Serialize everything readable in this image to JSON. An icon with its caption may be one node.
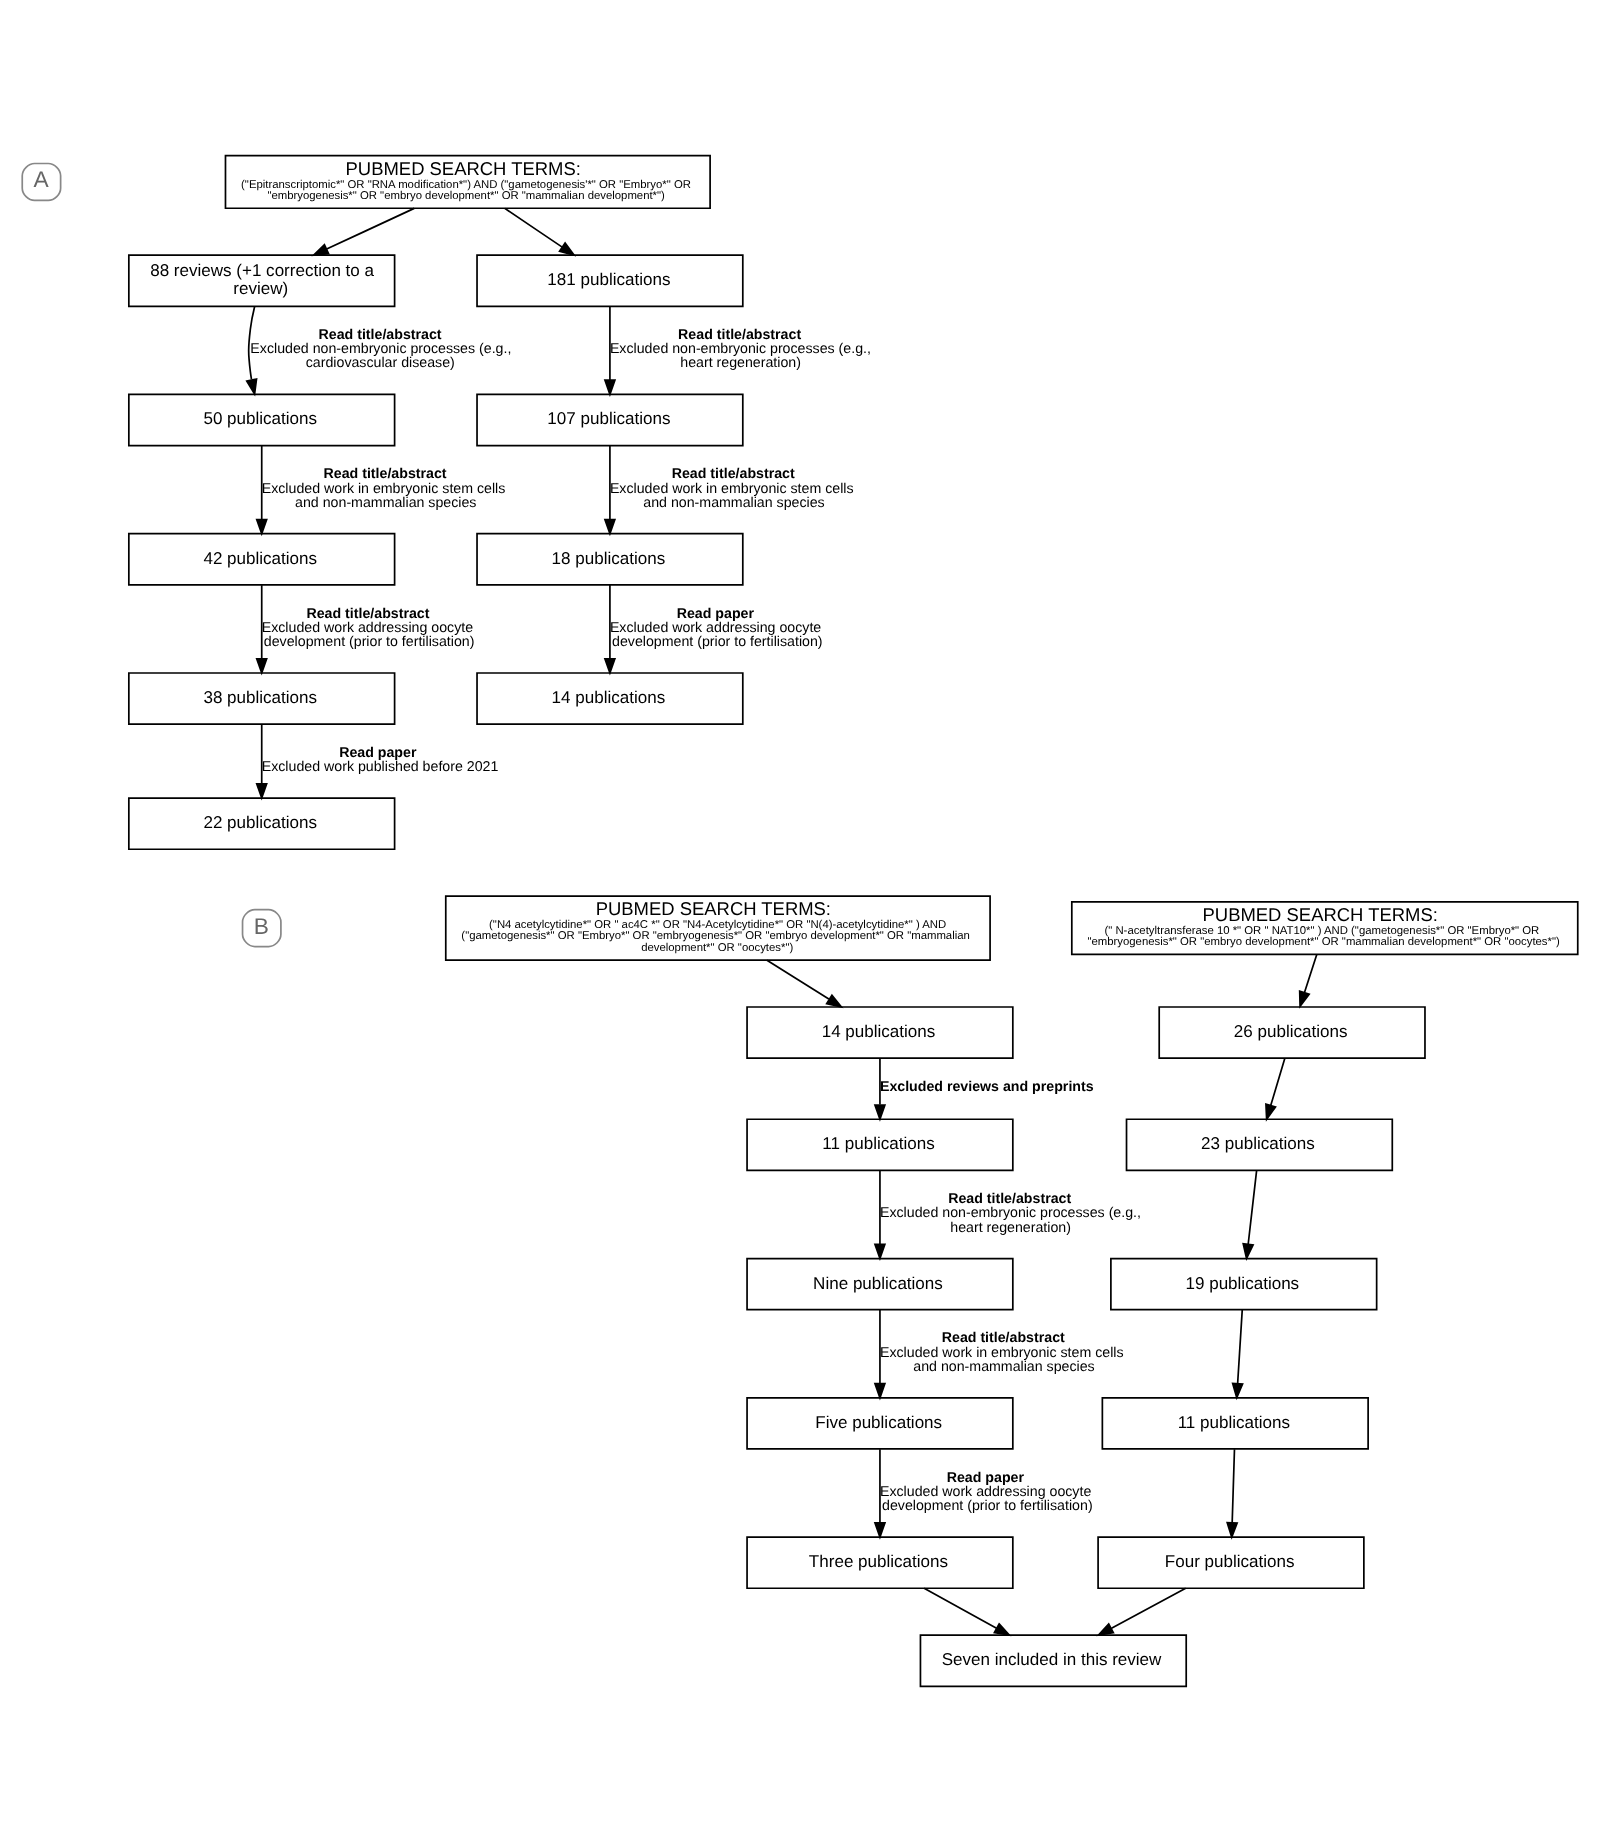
{
  "diagram": {
    "nodes": [
      {
        "text": [
          "PUBMED SEARCH TERMS:",
          "(\"Epitranscriptomic*\" OR \"RNA modification*\") AND (\"gametogenesis'*\" OR \"Embryo*\" OR \"embryogenesis*\" OR \"embryo development*\" OR \"mammalian development*\")"
        ]
      },
      {
        "text": [
          "88 reviews (+1 correction to a review)"
        ]
      },
      {
        "text": [
          "181 publications"
        ]
      },
      {
        "text": [
          "50 publications"
        ]
      },
      {
        "text": [
          "107 publications"
        ]
      },
      {
        "text": [
          "42 publications"
        ]
      },
      {
        "text": [
          "18 publications"
        ]
      },
      {
        "text": [
          "38 publications"
        ]
      },
      {
        "text": [
          "14 publications"
        ]
      },
      {
        "text": [
          "22 publications"
        ]
      },
      {
        "text": [
          "PUBMED SEARCH TERMS:",
          "(\"N4 acetylcytidine*\" OR \" ac4C *\" OR \"N4-Acetylcytidine*\" OR \"N(4)-acetylcytidine*\" ) AND (\"gametogenesis*\" OR \"Embryo*\" OR \"embryogenesis*\" OR \"embryo development*\" OR \"mammalian development*\" OR \"oocytes*\")"
        ]
      },
      {
        "text": [
          "PUBMED SEARCH TERMS:",
          "(\" N-acetyltransferase 10 *\" OR \" NAT10*\" ) AND (\"gametogenesis*\" OR \"Embryo*\" OR \"embryogenesis*\" OR \"embryo development*\" OR \"mammalian development*\" OR \"oocytes*\")"
        ]
      },
      {
        "text": [
          "14 publications"
        ]
      },
      {
        "text": [
          "26 publications"
        ]
      },
      {
        "text": [
          "11 publications"
        ]
      },
      {
        "text": [
          "23 publications"
        ]
      },
      {
        "text": [
          "Nine publications"
        ]
      },
      {
        "text": [
          "19 publications"
        ]
      },
      {
        "text": [
          "Five publications"
        ]
      },
      {
        "text": [
          "11 publications"
        ]
      },
      {
        "text": [
          "Three publications"
        ]
      },
      {
        "text": [
          "Four publications"
        ]
      },
      {
        "text": [
          "Seven included in this review"
        ]
      }
    ],
    "edges": [
      {
        "from": 0,
        "to": 1,
        "arrow": "to"
      },
      {
        "from": 0,
        "to": 2,
        "arrow": "to"
      },
      {
        "from": 1,
        "to": 3,
        "arrow": "to",
        "label": "**Read title/abstract** Excluded non-embryonic processes (e.g., cardiovascular disease)"
      },
      {
        "from": 2,
        "to": 4,
        "arrow": "to",
        "label": "**Read title/abstract** Excluded non-embryonic processes (e.g., heart regeneration)"
      },
      {
        "from": 3,
        "to": 5,
        "arrow": "to",
        "label": "**Read title/abstract** Excluded work in embryonic stem cells and non-mammalian species"
      },
      {
        "from": 4,
        "to": 6,
        "arrow": "to",
        "label": "**Read title/abstract** Excluded work in embryonic stem cells and non-mammalian species"
      },
      {
        "from": 5,
        "to": 7,
        "arrow": "to",
        "label": "**Read title/abstract** Excluded work addressing oocyte development (prior to fertilisation)"
      },
      {
        "from": 6,
        "to": 8,
        "arrow": "to",
        "label": "**Read paper** Excluded work addressing oocyte development (prior to fertilisation)"
      },
      {
        "from": 7,
        "to": 9,
        "arrow": "to",
        "label": "**Read paper** Excluded work published before 2021"
      },
      {
        "from": 10,
        "to": 12,
        "arrow": "to"
      },
      {
        "from": 11,
        "to": 13,
        "arrow": "to"
      },
      {
        "from": 12,
        "to": 14,
        "arrow": "to",
        "label": "**Excluded reviews and preprints**"
      },
      {
        "from": 13,
        "to": 15,
        "arrow": "to"
      },
      {
        "from": 14,
        "to": 16,
        "arrow": "to",
        "label": "**Read title/abstract** Excluded non-embryonic processes (e.g., heart regeneration)"
      },
      {
        "from": 15,
        "to": 17,
        "arrow": "to"
      },
      {
        "from": 16,
        "to": 18,
        "arrow": "to",
        "label": "**Read title/abstract** Excluded work in embryonic stem cells and non-mammalian species"
      },
      {
        "from": 17,
        "to": 19,
        "arrow": "to"
      },
      {
        "from": 18,
        "to": 20,
        "arrow": "to",
        "label": "**Read paper** Excluded work addressing oocyte development (prior to fertilisation)"
      },
      {
        "from": 19,
        "to": 21,
        "arrow": "to"
      },
      {
        "from": 20,
        "to": 22,
        "arrow": "to"
      },
      {
        "from": 21,
        "to": 22,
        "arrow": "to"
      }
    ],
    "labels": [
      "A",
      "B"
    ]
  }
}
